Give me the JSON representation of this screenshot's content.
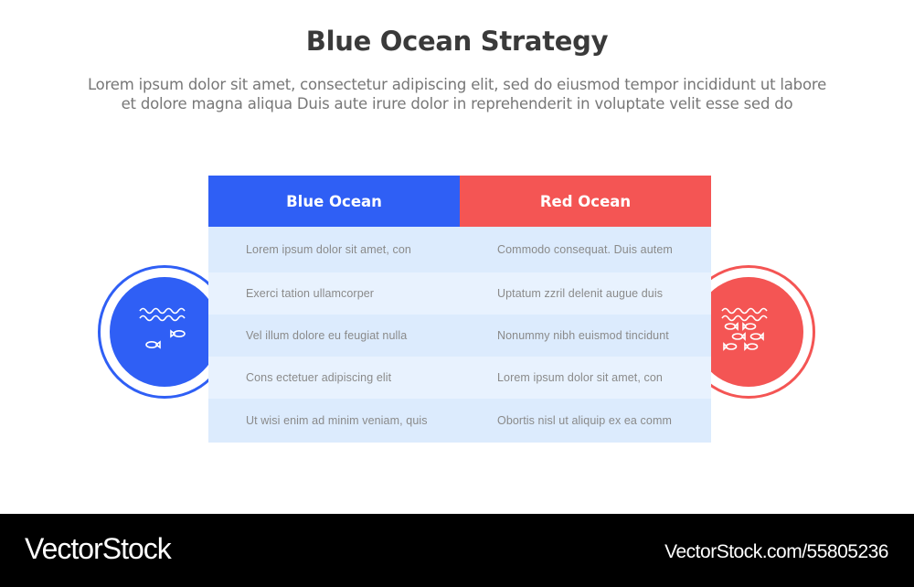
{
  "header": {
    "title": "Blue Ocean Strategy",
    "subtitle_line1": "Lorem ipsum dolor sit amet, consectetur adipiscing elit, sed do eiusmod tempor incididunt ut labore",
    "subtitle_line2": "et dolore magna aliqua Duis aute irure dolor in reprehenderit in voluptate velit esse sed do"
  },
  "colors": {
    "blue": "#2f5ff5",
    "red": "#f45554",
    "row_odd": "#dcebfd",
    "row_even": "#e8f2fe",
    "title": "#3a3a3a",
    "body_text": "#8a8a8a"
  },
  "icons": {
    "left": "blue-ocean-waves-few-fish-icon",
    "right": "red-ocean-waves-many-fish-icon"
  },
  "table": {
    "columns": [
      "Blue Ocean",
      "Red Ocean"
    ],
    "rows": [
      [
        "Lorem ipsum dolor sit amet, con",
        "Commodo consequat. Duis autem"
      ],
      [
        "Exerci tation ullamcorper",
        "Uptatum zzril delenit augue duis"
      ],
      [
        "Vel illum dolore eu feugiat nulla",
        "Nonummy nibh euismod tincidunt"
      ],
      [
        "Cons ectetuer adipiscing elit",
        "Lorem ipsum dolor sit amet, con"
      ],
      [
        "Ut wisi enim ad minim veniam, quis",
        "Obortis nisl ut aliquip ex ea comm"
      ]
    ]
  },
  "footer": {
    "brand": "VectorStock",
    "reference": "VectorStock.com/55805236"
  }
}
